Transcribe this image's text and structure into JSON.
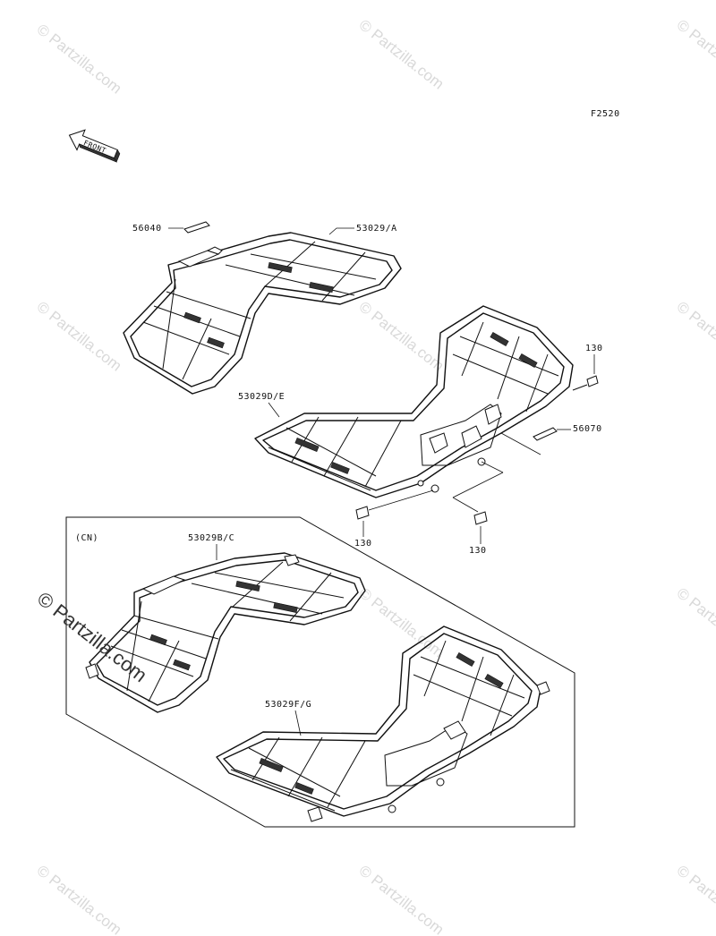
{
  "diagram_code": "F2520",
  "front_label": "FRONT",
  "variant_label": "(CN)",
  "callouts": {
    "p56040": "56040",
    "p53029A": "53029/A",
    "p130_right": "130",
    "p53029DE": "53029D/E",
    "p56070": "56070",
    "p130_left": "130",
    "p130_bottom": "130",
    "p53029BC": "53029B/C",
    "p53029FG": "53029F/G"
  },
  "watermarks": {
    "text": "© Partzilla.com",
    "main": "© Partzilla.com"
  },
  "colors": {
    "ink": "#111111",
    "watermark": "#d9d9d9",
    "background": "#ffffff"
  }
}
